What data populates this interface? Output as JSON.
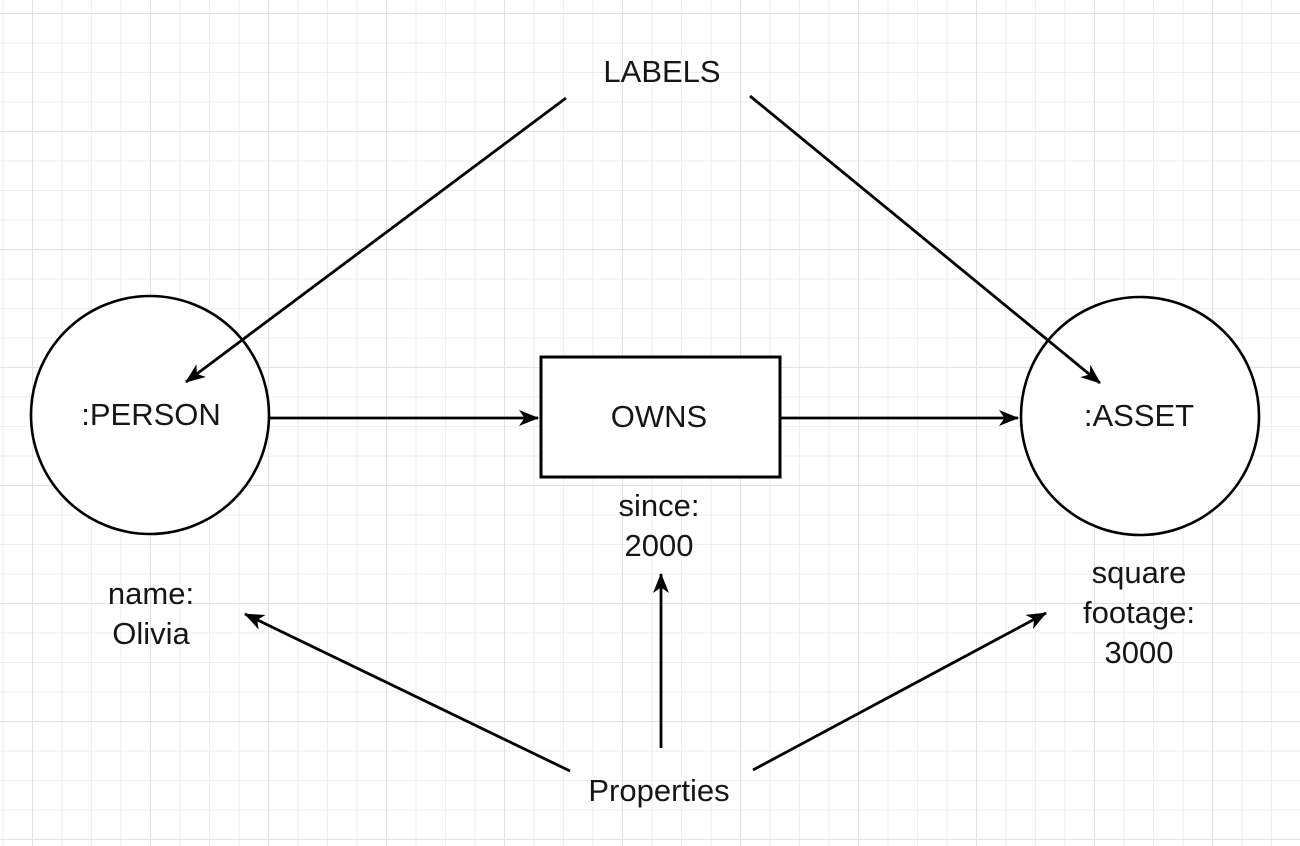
{
  "colors": {
    "canvas_bg": "#ffffff",
    "shape_fill": "#ffffff",
    "stroke": "#000000",
    "text": "#161616",
    "grid_minor": "#eeeeee",
    "grid_major": "#e0e0e0"
  },
  "diagram": {
    "labels_title": "LABELS",
    "properties_title": "Properties",
    "person": {
      "label": ":PERSON",
      "property": "name:\nOlivia"
    },
    "relationship": {
      "label": "OWNS",
      "property": "since:\n2000"
    },
    "asset": {
      "label": ":ASSET",
      "property": "square\nfootage:\n3000"
    }
  }
}
